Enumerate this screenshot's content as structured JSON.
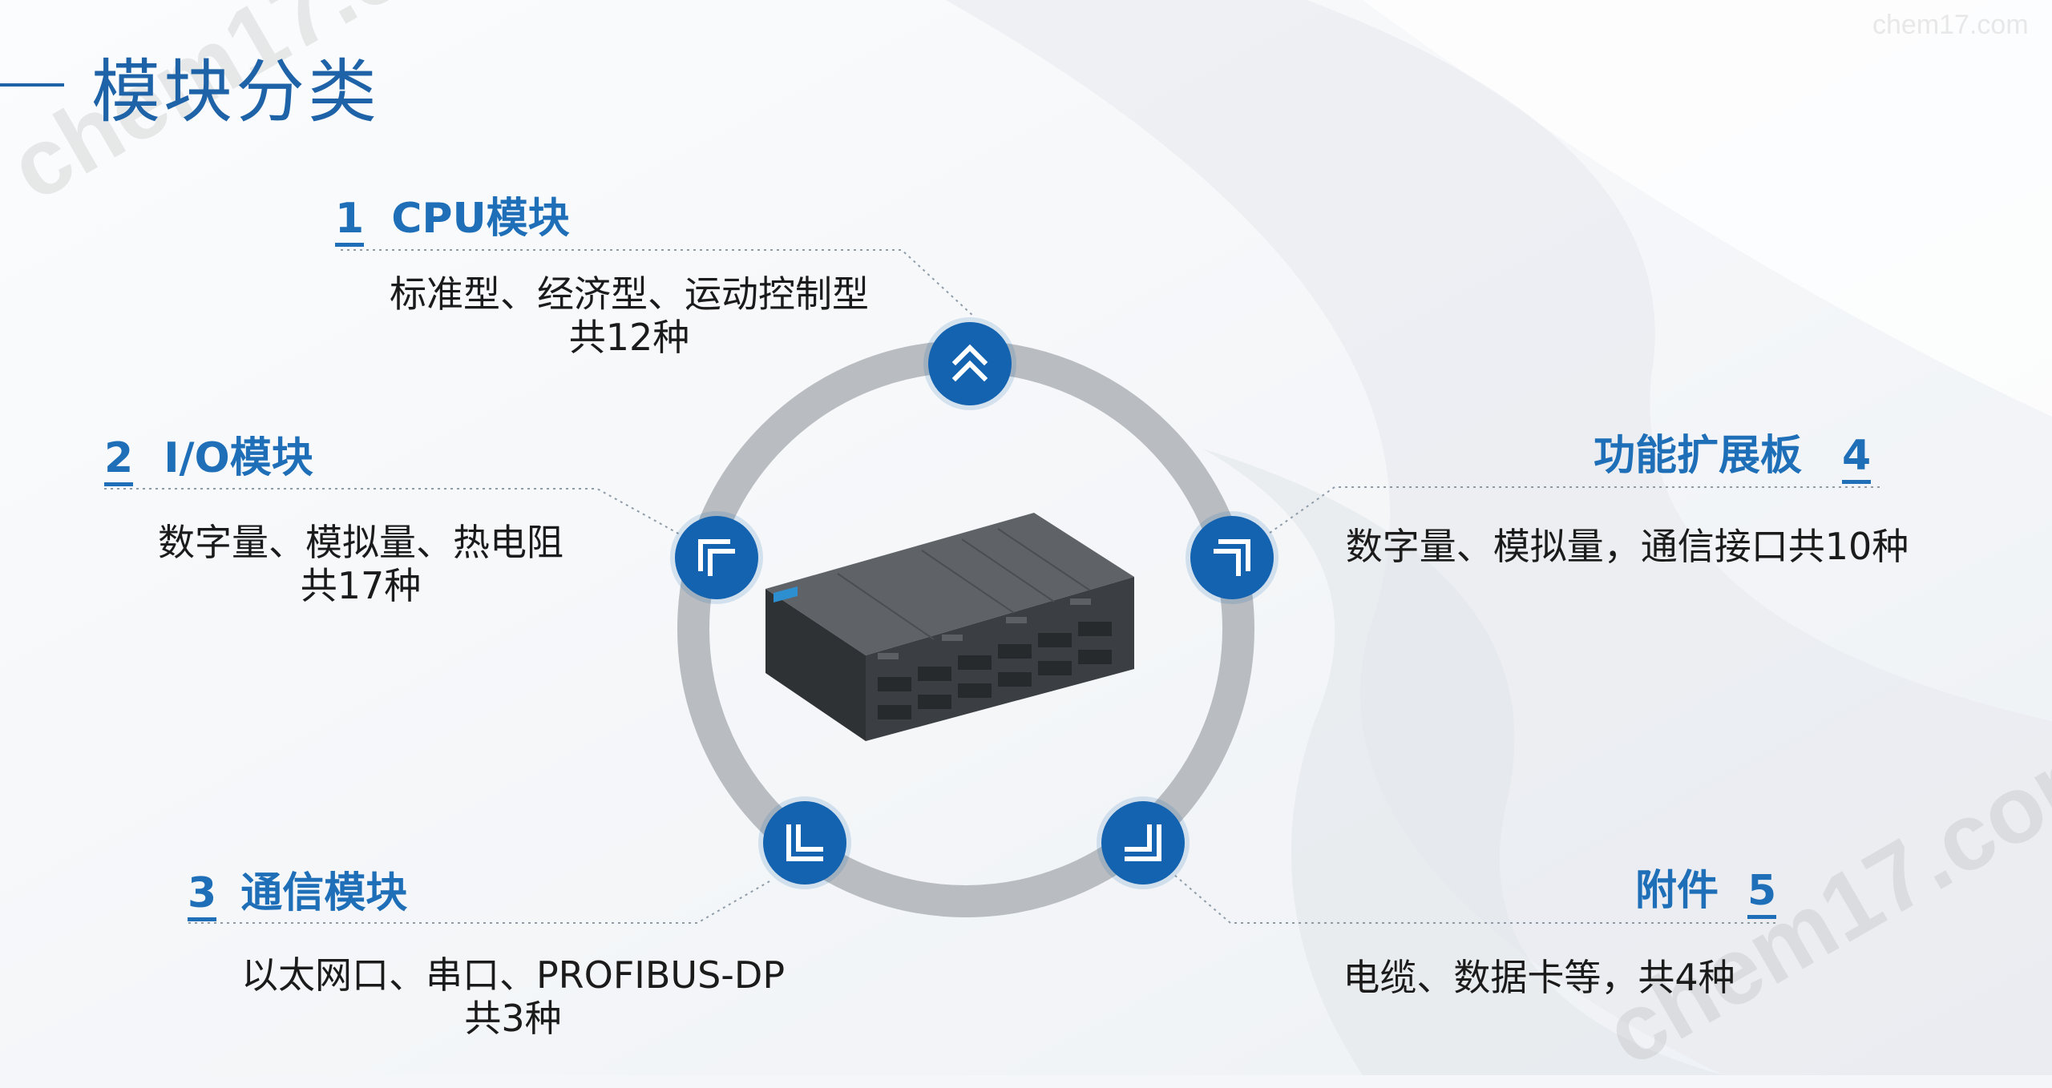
{
  "watermark": {
    "brand": "chem17.com"
  },
  "title": "模块分类",
  "items": [
    {
      "num": "1",
      "name": "CPU模块",
      "desc_lines": [
        "标准型、经济型、运动控制型",
        "共12种"
      ]
    },
    {
      "num": "2",
      "name": "I/O模块",
      "desc_lines": [
        "数字量、模拟量、热电阻",
        "共17种"
      ]
    },
    {
      "num": "3",
      "name": "通信模块",
      "desc_lines": [
        "以太网口、串口、PROFIBUS-DP",
        "共3种"
      ]
    },
    {
      "num": "4",
      "name": "功能扩展板",
      "desc_lines": [
        "数字量、模拟量，通信接口共10种"
      ]
    },
    {
      "num": "5",
      "name": "附件",
      "desc_lines": [
        "电缆、数据卡等，共4种"
      ]
    }
  ],
  "icons": {
    "top": "double-chevron-up-icon",
    "left": "arrow-up-left-icon",
    "right": "arrow-up-right-icon",
    "bottom_left": "arrow-down-left-icon",
    "bottom_right": "arrow-down-right-icon"
  },
  "colors": {
    "accent": "#1e6fb8",
    "node": "#1463b0",
    "ring": "#b9bcc0",
    "text": "#1b1b1b"
  }
}
